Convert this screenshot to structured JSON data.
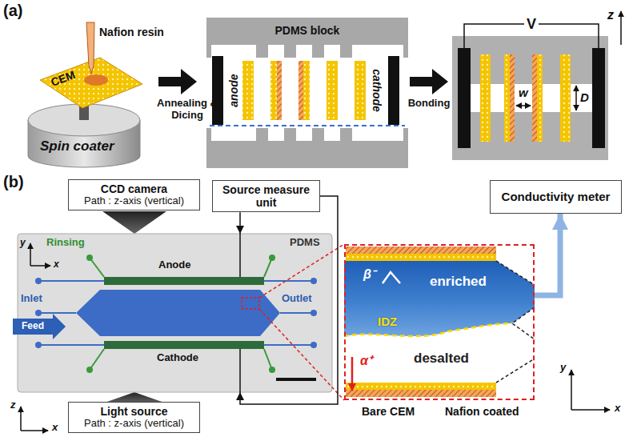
{
  "diagram": {
    "nodes": [
      {
        "text": [
          "CCD camera",
          "Path : z-axis (vertical)"
        ]
      },
      {
        "text": [
          "Source measure unit"
        ]
      },
      {
        "text": [
          "Conductivity meter"
        ]
      },
      {
        "text": [
          "Rinsing",
          "PDMS",
          "Anode",
          "Inlet",
          "Outlet",
          "Cathode"
        ]
      },
      {
        "text": [
          "β⁻",
          "enriched",
          "IDZ",
          "desalted",
          "α⁺"
        ]
      },
      {
        "text": [
          "Light source",
          "Path : z-axis (vertical)"
        ]
      }
    ],
    "edges": [
      {
        "from": 1,
        "to": 3,
        "arrow": "to"
      },
      {
        "from": 1,
        "to": 3,
        "arrow": "to"
      },
      {
        "from": 4,
        "to": 2,
        "arrow": "to"
      }
    ],
    "labels": [
      "(a)",
      "Nafion resin",
      "CEM",
      "Spin coater",
      "Annealing & Dicing",
      "PDMS block",
      "anode",
      "cathode",
      "Bonding",
      "V",
      "z",
      "w",
      "D",
      "(b)",
      "y",
      "x",
      "Feed",
      "z",
      "x",
      "Bare CEM",
      "Nafion coated",
      "y",
      "x"
    ]
  }
}
